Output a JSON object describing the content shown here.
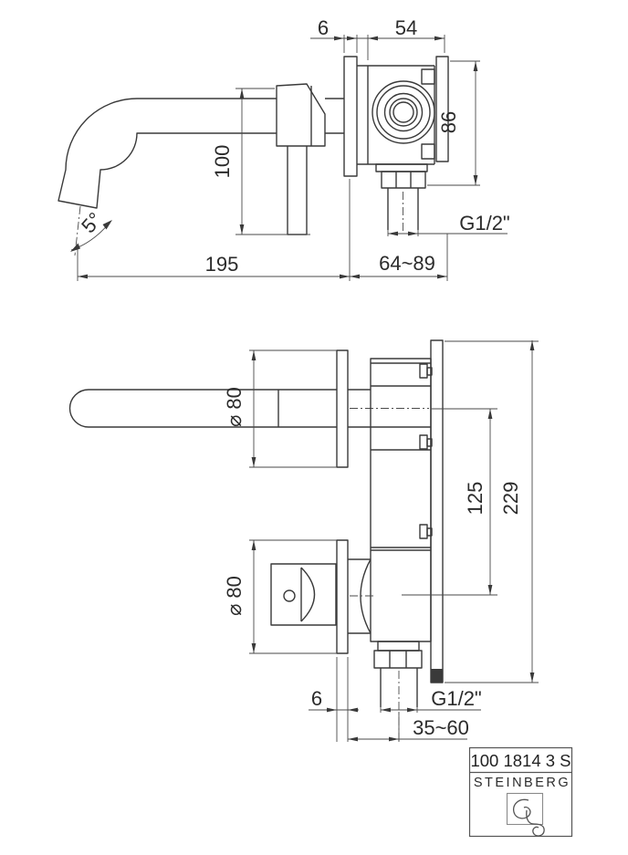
{
  "top_view": {
    "dim_plate_thickness": "6",
    "dim_body_width": "54",
    "dim_body_height": "86",
    "dim_handle_height": "100",
    "dim_spout_reach": "195",
    "dim_install_depth": "64~89",
    "dim_thread": "G1/2\"",
    "dim_spout_angle": "5°"
  },
  "front_view": {
    "dim_spout_escutcheon": "⌀ 80",
    "dim_handle_escutcheon": "⌀ 80",
    "dim_outlet_spacing": "125",
    "dim_total_height": "229",
    "dim_plate_thickness": "6",
    "dim_thread": "G1/2\"",
    "dim_install_depth": "35~60"
  },
  "title_block": {
    "model_number": "100 1814 3 S",
    "brand": "STEINBERG"
  },
  "colors": {
    "line": "#3a3a3a",
    "dim_text": "#2b2b2b",
    "brand_gray": "#a9a9a9"
  }
}
